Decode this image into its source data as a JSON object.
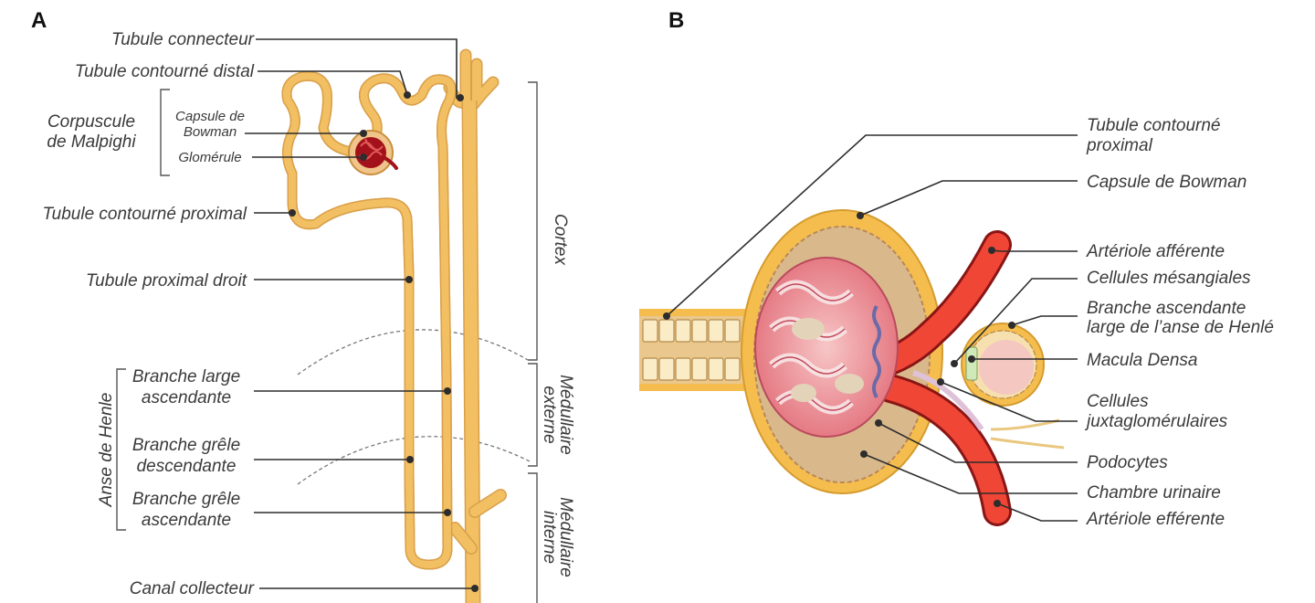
{
  "panels": {
    "a": "A",
    "b": "B"
  },
  "panel_a": {
    "tubule_connecteur": "Tubule connecteur",
    "tubule_contourne_distal": "Tubule contourné distal",
    "corpuscule_line1": "Corpuscule",
    "corpuscule_line2": "de Malpighi",
    "capsule_line1": "Capsule de",
    "capsule_line2": "Bowman",
    "glomerule": "Glomérule",
    "tubule_contourne_proximal": "Tubule contourné proximal",
    "tubule_proximal_droit": "Tubule proximal droit",
    "anse_de_henle": "Anse de Henle",
    "branche_large_line1": "Branche large",
    "branche_large_line2": "ascendante",
    "branche_grele_desc_line1": "Branche grêle",
    "branche_grele_desc_line2": "descendante",
    "branche_grele_asc_line1": "Branche grêle",
    "branche_grele_asc_line2": "ascendante",
    "canal_collecteur": "Canal collecteur",
    "cortex": "Cortex",
    "medullaire_externe_line1": "Médullaire",
    "medullaire_externe_line2": "externe",
    "medullaire_interne_line1": "Médullaire",
    "medullaire_interne_line2": "interne"
  },
  "panel_b": {
    "tubule_contourne_proximal_line1": "Tubule contourné",
    "tubule_contourne_proximal_line2": "proximal",
    "capsule_de_bowman": "Capsule de Bowman",
    "arteriole_afferente": "Artériole afférente",
    "cellules_mesangiales": "Cellules mésangiales",
    "branche_ascendante_line1": "Branche ascendante",
    "branche_ascendante_line2": "large de l’anse de Henlé",
    "macula_densa": "Macula Densa",
    "cellules_juxta_line1": "Cellules",
    "cellules_juxta_line2": "juxtaglomérulaires",
    "podocytes": "Podocytes",
    "chambre_urinaire": "Chambre urinaire",
    "arteriole_efferente": "Artériole efférente"
  },
  "colors": {
    "tubule": "#f2bf63",
    "tubule_edge": "#d9a04a",
    "capsule": "#f5bd4e",
    "capillary": "#e8828c",
    "blood": "#d93a2f",
    "macula": "#f4c7c0",
    "text": "#3a3a3a"
  }
}
